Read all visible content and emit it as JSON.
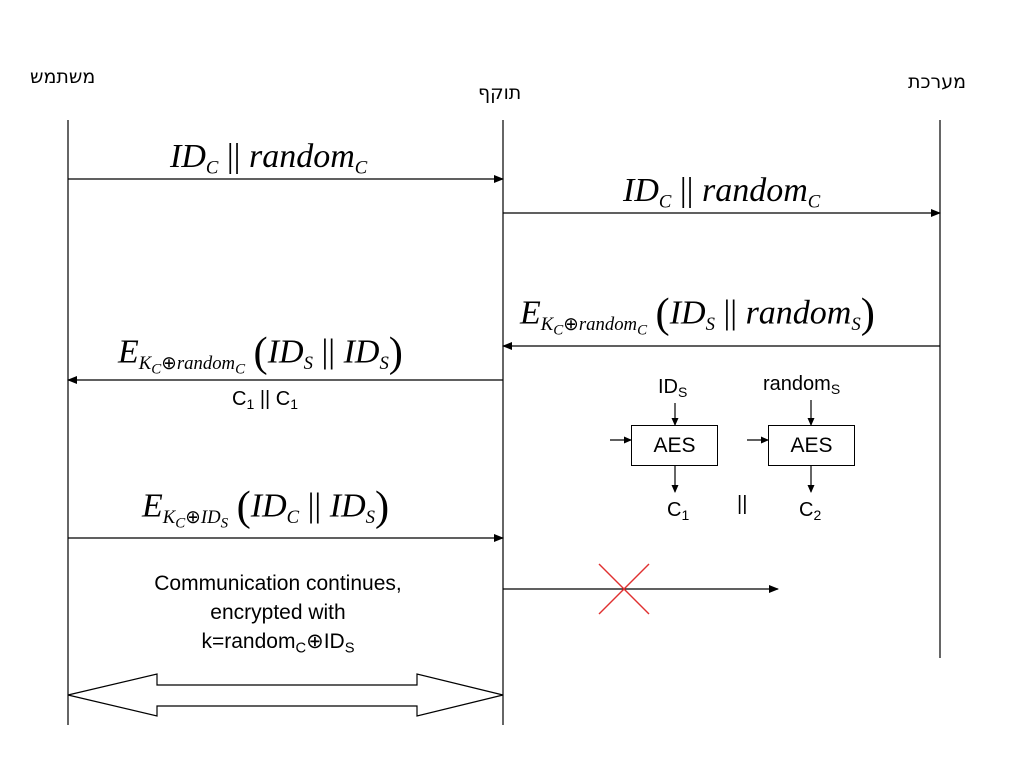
{
  "actors": {
    "user": "משתמש",
    "attacker": "תוקף",
    "system": "מערכת"
  },
  "messages": {
    "m1": {
      "id": "ID",
      "idSub": "C",
      "concat": "||",
      "rnd": "random",
      "rndSub": "C"
    },
    "m2": {
      "id": "ID",
      "idSub": "C",
      "concat": "||",
      "rnd": "random",
      "rndSub": "C"
    },
    "m3": {
      "e": "E",
      "k": "K",
      "kSub": "C",
      "xor": "⊕",
      "r": "random",
      "rSub": "C",
      "lp": "(",
      "a": "ID",
      "aSub": "S",
      "concat": "||",
      "b": "random",
      "bSub": "S",
      "rp": ")"
    },
    "m4": {
      "e": "E",
      "k": "K",
      "kSub": "C",
      "xor": "⊕",
      "r": "random",
      "rSub": "C",
      "lp": "(",
      "a": "ID",
      "aSub": "S",
      "concat": "||",
      "b": "ID",
      "bSub": "S",
      "rp": ")"
    },
    "m4_note": {
      "c": "C",
      "cSub": "1",
      "sep": "||",
      "c2": "C",
      "c2Sub": "1"
    },
    "m5": {
      "e": "E",
      "k": "K",
      "kSub": "C",
      "xor": "⊕",
      "r": "ID",
      "rSub": "S",
      "lp": "(",
      "a": "ID",
      "aSub": "C",
      "concat": "||",
      "b": "ID",
      "bSub": "S",
      "rp": ")"
    }
  },
  "aes_detail": {
    "in1": {
      "main": "ID",
      "sub": "S"
    },
    "in2": {
      "main": "random",
      "sub": "S"
    },
    "box1": "AES",
    "box2": "AES",
    "out1": {
      "main": "C",
      "sub": "1"
    },
    "sep": "||",
    "out2": {
      "main": "C",
      "sub": "2"
    }
  },
  "continuation": {
    "line1": "Communication continues,",
    "line2": "encrypted with",
    "k_prefix": "k=random",
    "k_sub1": "C",
    "k_xor": "⊕",
    "k_id": "ID",
    "k_sub2": "S"
  },
  "colors": {
    "line": "#000000",
    "cross": "#e03030"
  }
}
